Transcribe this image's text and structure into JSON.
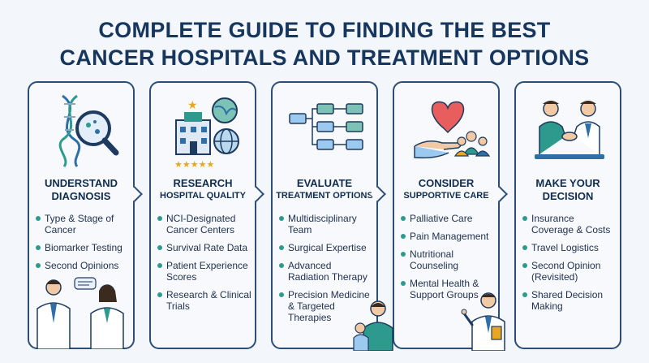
{
  "title": {
    "line1": "COMPLETE GUIDE TO FINDING THE BEST",
    "line2": "CANCER HOSPITALS AND TREATMENT OPTIONS"
  },
  "colors": {
    "navy": "#16365e",
    "teal": "#2e9a8e",
    "border": "#2b4d78"
  },
  "steps": [
    {
      "heading1": "UNDERSTAND",
      "heading2": "DIAGNOSIS",
      "icon": "dna-magnifier-icon",
      "items": [
        "Type & Stage of Cancer",
        "Biomarker Testing",
        "Second Opinions"
      ]
    },
    {
      "heading1": "RESEARCH",
      "heading2": "HOSPITAL QUALITY",
      "icon": "hospital-globe-icon",
      "items": [
        "NCI-Designated Cancer Centers",
        "Survival Rate Data",
        "Patient Experience Scores",
        "Research & Clinical Trials"
      ]
    },
    {
      "heading1": "EVALUATE",
      "heading2": "TREATMENT OPTIONS",
      "icon": "flowchart-icon",
      "items": [
        "Multidisciplinary Team",
        "Surgical Expertise",
        "Advanced Radiation Therapy",
        "Precision Medicine & Targeted Therapies"
      ]
    },
    {
      "heading1": "CONSIDER",
      "heading2": "SUPPORTIVE CARE",
      "icon": "heart-hand-icon",
      "items": [
        "Palliative Care",
        "Pain Management",
        "Nutritional Counseling",
        "Mental Health & Support Groups"
      ]
    },
    {
      "heading1": "MAKE YOUR",
      "heading2": "DECISION",
      "icon": "handshake-icon",
      "items": [
        "Insurance Coverage & Costs",
        "Travel Logistics",
        "Second Opinion (Revisited)",
        "Shared Decision Making"
      ]
    }
  ]
}
